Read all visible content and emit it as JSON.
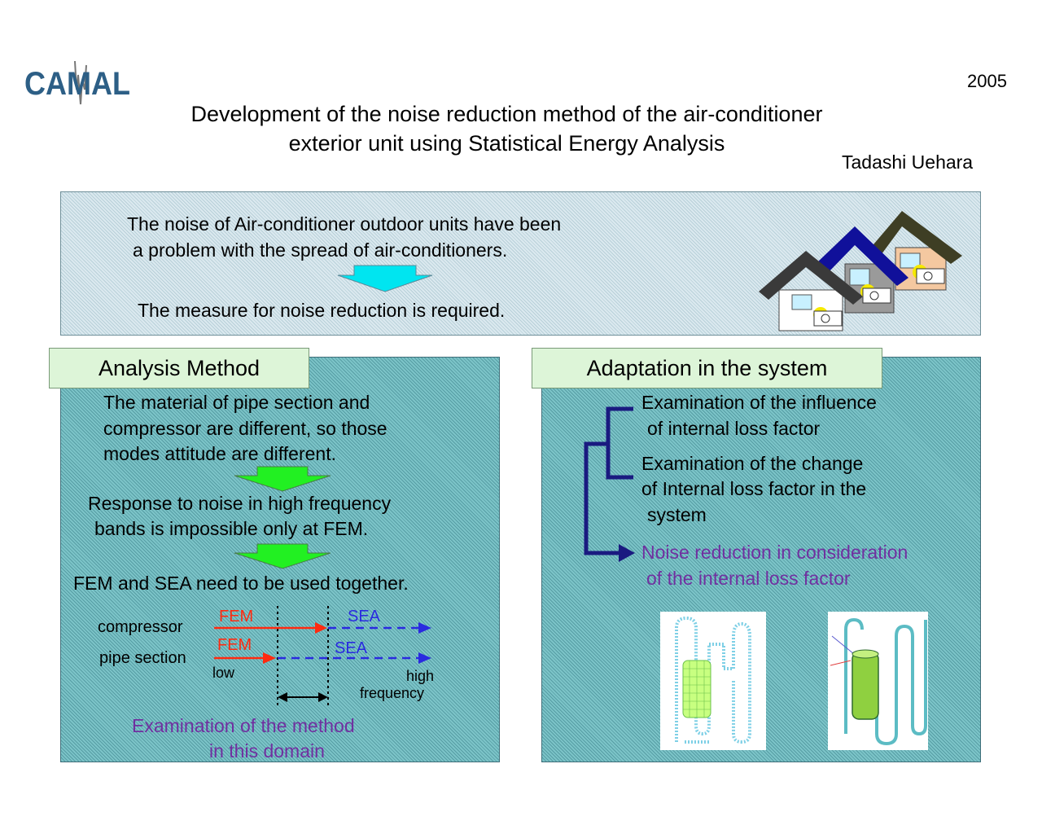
{
  "header": {
    "logo_text": "CAMAL",
    "year": "2005",
    "title_line1": "Development of the noise reduction method of the air-conditioner",
    "title_line2": "exterior unit using Statistical Energy Analysis",
    "author": "Tadashi Uehara"
  },
  "intro": {
    "line1": "The noise of Air-conditioner outdoor units have been",
    "line2": "a problem with the spread of air-conditioners.",
    "line3": "The measure for noise reduction is required."
  },
  "analysis": {
    "heading": "Analysis Method",
    "p1": [
      "The material of pipe section and",
      "compressor are different, so those",
      "modes attitude are different."
    ],
    "p2": [
      "Response to noise in high frequency",
      "bands is impossible only at FEM."
    ],
    "p3": "FEM and SEA need to be used together.",
    "diagram": {
      "row1_label": "compressor",
      "row2_label": "pipe section",
      "fem": "FEM",
      "sea": "SEA",
      "low": "low",
      "high": "high",
      "frequency": "frequency"
    },
    "conclusion": [
      "Examination of the method",
      "in this domain"
    ]
  },
  "adaptation": {
    "heading": "Adaptation in the system",
    "item1": [
      "Examination of the influence",
      "of internal loss factor"
    ],
    "item2": [
      "Examination of the change",
      "of Internal loss factor in the",
      "system"
    ],
    "result": [
      "Noise reduction in consideration",
      "of the internal loss factor"
    ]
  },
  "colors": {
    "fem": "#ff2a10",
    "sea": "#2a2ae0",
    "purple": "#7030a0",
    "tree": "#1a1a80",
    "cyan_arrow": "#00e5f0",
    "green_arrow": "#22f022"
  },
  "icons": [
    "camal-logo",
    "houses-illustration",
    "down-arrow-icon",
    "bracket-tree",
    "pipe-model-mesh",
    "pipe-model-solid"
  ]
}
